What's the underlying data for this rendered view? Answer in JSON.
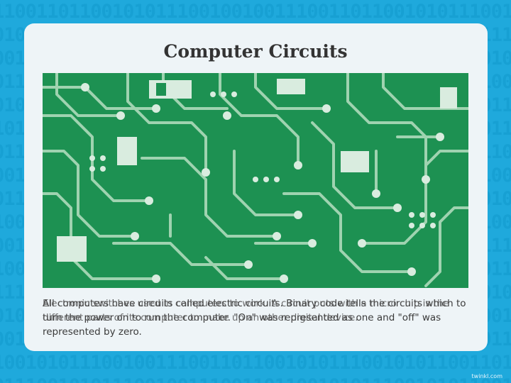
{
  "slide": {
    "title": "Computer Circuits",
    "caption_back": "All computers have circuits called electric circuits. Binary code tells the circuits which to turn the power on to run the computer. \"On\" was represented as one and \"off\" was represented by zero.",
    "caption_front": "Electronic switches used in computers to work. A circuit puts with a micro chip is the different parts of its computer to make up an other digital device.",
    "credit": "twinkl.com"
  },
  "background": {
    "binary_rows": [
      "110011011001010111001001001110011011001010111001",
      "010110011011001010111001001001110011011001010111",
      "001010110011011001010111001001001110011011001010",
      "011100101011001101100101011100100100111001101100",
      "010111001010110011011001010111001001001110011011",
      "101010111001010110011011001010111001001001110011",
      "011001010111001010110011011001010111001001001110",
      "001101100101011100101011001101100101011100100100",
      "011100110110010101110010101100110110010101110010",
      "100111001101100101011100101011001101100101011100",
      "001001110011011001010111001010110011011001010111",
      "100100111001101100101011100101011001101100101011",
      "111001001110011011001010111001010110011011001010",
      "010111001001110011011001010111001010110011011001",
      "001010111001001110011011001010111001010110011011",
      "100101011100100111001101100101011100101011001101",
      "011100101011100100111001101100101011100101011001"
    ]
  },
  "colors": {
    "sky": "#1fa9dc",
    "board": "#1d9152",
    "trace": "#9fd3b0",
    "pad": "#d9ecdf",
    "card": "#eef4f7"
  }
}
